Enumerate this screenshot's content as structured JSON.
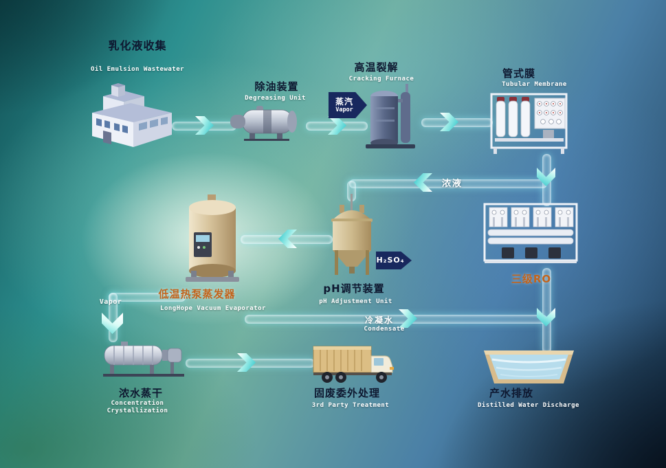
{
  "diagram_title": "Oil emulsion wastewater treatment process flow",
  "colors": {
    "pipe_cyan": "#aee8f2",
    "chevron_cyan": "#34c8cc",
    "flag_navy": "#18285e",
    "label_dark": "#0e1830",
    "label_orange": "#c2641c",
    "label_white": "#ffffff"
  },
  "nodes": {
    "collection": {
      "zh": "乳化液收集",
      "en": "Oil Emulsion Wastewater"
    },
    "degreasing": {
      "zh": "除油装置",
      "en": "Degreasing Unit"
    },
    "cracking": {
      "zh": "高温裂解",
      "en": "Cracking Furnace"
    },
    "membrane": {
      "zh": "管式膜",
      "en": "Tubular Membrane"
    },
    "evaporator": {
      "zh": "低温热泵蒸发器",
      "en": "LongHope Vacuum Evaporator"
    },
    "ph_unit": {
      "zh": "pH调节装置",
      "en": "pH Adjustment Unit"
    },
    "ro": {
      "zh": "三级RO"
    },
    "crystallization": {
      "zh": "浓水蒸干",
      "en_line1": "Concentration",
      "en_line2": "Crystallization"
    },
    "third_party": {
      "zh": "固废委外处理",
      "en": "3rd Party Treatment"
    },
    "discharge": {
      "zh": "产水排放",
      "en": "Distilled Water Discharge"
    }
  },
  "stream_labels": {
    "steam": {
      "zh": "蒸汽",
      "en": "Vapor"
    },
    "concentrate": {
      "zh": "浓液"
    },
    "acid": {
      "formula": "H₂SO₄"
    },
    "condensate": {
      "zh": "冷凝水",
      "en": "Condensate"
    },
    "vapor_out": {
      "en": "Vapor"
    }
  }
}
